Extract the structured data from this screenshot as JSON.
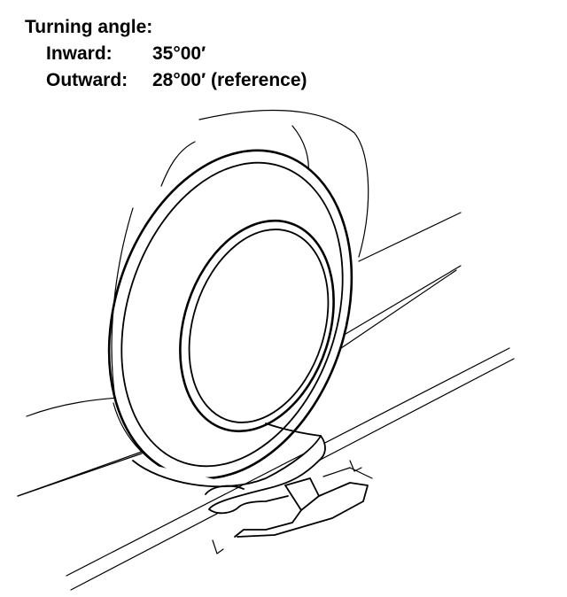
{
  "spec": {
    "title": "Turning angle:",
    "rows": [
      {
        "label": "Inward:",
        "value": "35°00′"
      },
      {
        "label": "Outward:",
        "value": "28°00′ (reference)"
      }
    ]
  },
  "illustration": {
    "subject": "front wheel resting on turning radius gauge turntable",
    "line_color": "#000000",
    "background_color": "#ffffff"
  }
}
